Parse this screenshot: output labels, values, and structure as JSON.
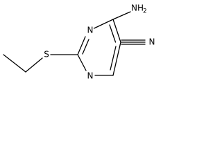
{
  "molecule": {
    "atoms": {
      "n3": "N",
      "n1": "N",
      "s": "S",
      "amino_n": "N",
      "amino_h": "H",
      "amino_h_count": "2",
      "nitrile_n": "N"
    }
  }
}
